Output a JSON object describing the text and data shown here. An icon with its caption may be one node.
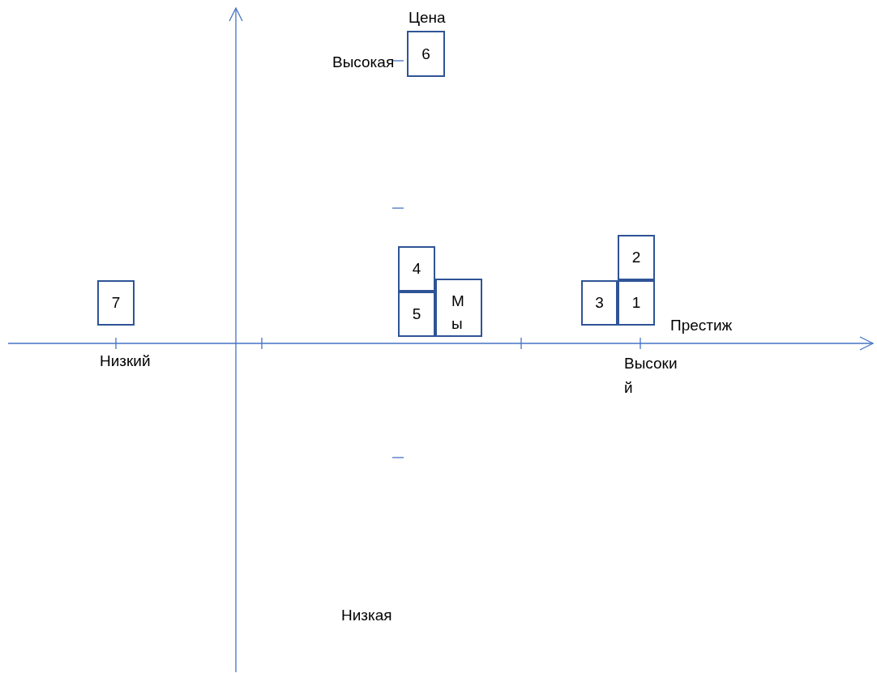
{
  "diagram": {
    "nodes": [
      {
        "text": [
          "6"
        ]
      },
      {
        "text": [
          "2"
        ]
      },
      {
        "text": [
          "4"
        ]
      },
      {
        "text": [
          "7"
        ]
      },
      {
        "text": [
          "Мы"
        ]
      },
      {
        "text": [
          "3"
        ]
      },
      {
        "text": [
          "1"
        ]
      },
      {
        "text": [
          "5"
        ]
      }
    ],
    "labels": [
      "Цена",
      "Высокая",
      "Престиж",
      "Низкий",
      "Высокий",
      "Низкая"
    ]
  }
}
